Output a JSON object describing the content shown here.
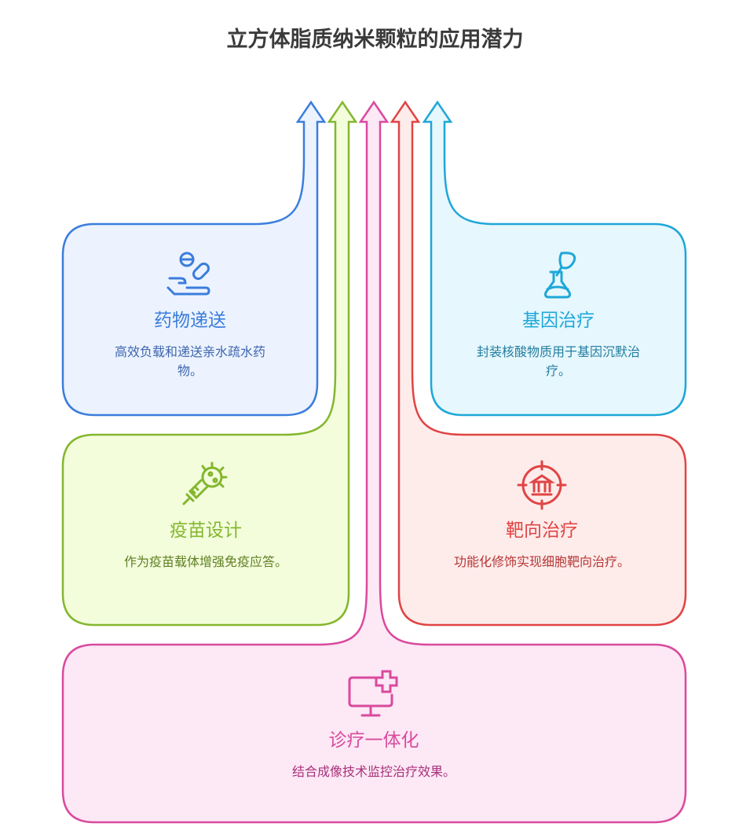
{
  "title": "立方体脂质纳米颗粒的应用潜力",
  "colors": {
    "blue": "#3b7ddd",
    "green": "#84b72e",
    "pink": "#d94a9e",
    "red": "#e04444",
    "cyan": "#1ea7d8"
  },
  "cards": {
    "drug": {
      "title": "药物递送",
      "desc": "高效负载和递送亲水疏水药物。",
      "icon": "hand-pills-icon"
    },
    "gene": {
      "title": "基因治疗",
      "desc": "封装核酸物质用于基因沉默治疗。",
      "icon": "flask-leaf-icon"
    },
    "vaccine": {
      "title": "疫苗设计",
      "desc": "作为疫苗载体增强免疫应答。",
      "icon": "syringe-virus-icon"
    },
    "targeted": {
      "title": "靶向治疗",
      "desc": "功能化修饰实现细胞靶向治疗。",
      "icon": "target-bank-icon"
    },
    "theranostic": {
      "title": "诊疗一体化",
      "desc": "结合成像技术监控治疗效果。",
      "icon": "monitor-cross-icon"
    }
  }
}
